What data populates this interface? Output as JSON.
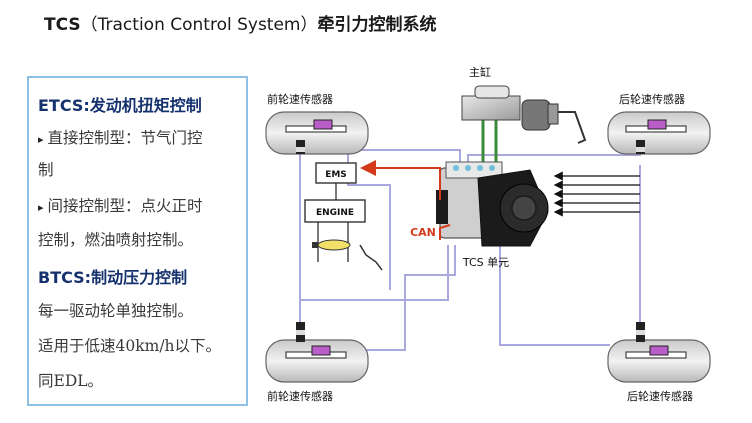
{
  "title": {
    "bold": "TCS",
    "middle": "（Traction Control System）",
    "suffix": "牵引力控制系统"
  },
  "panel": {
    "etcs_heading": "ETCS:发动机扭矩控制",
    "direct_1": "直接控制型：节气门控",
    "direct_2": "制",
    "indirect_1": "间接控制型：点火正时",
    "indirect_2": "控制，燃油喷射控制。",
    "btcs_heading": "BTCS:制动压力控制",
    "btcs_1": "每一驱动轮单独控制。",
    "btcs_2": "适用于低速40km/h以下。",
    "btcs_3": "同EDL。"
  },
  "diagram": {
    "master_cylinder": "主缸",
    "front_sensor_top": "前轮速传感器",
    "rear_sensor_top": "后轮速传感器",
    "front_sensor_bottom": "前轮速传感器",
    "rear_sensor_bottom": "后轮速传感器",
    "ems": "EMS",
    "engine": "ENGINE",
    "can": "CAN",
    "tcs_unit": "TCS 单元"
  }
}
